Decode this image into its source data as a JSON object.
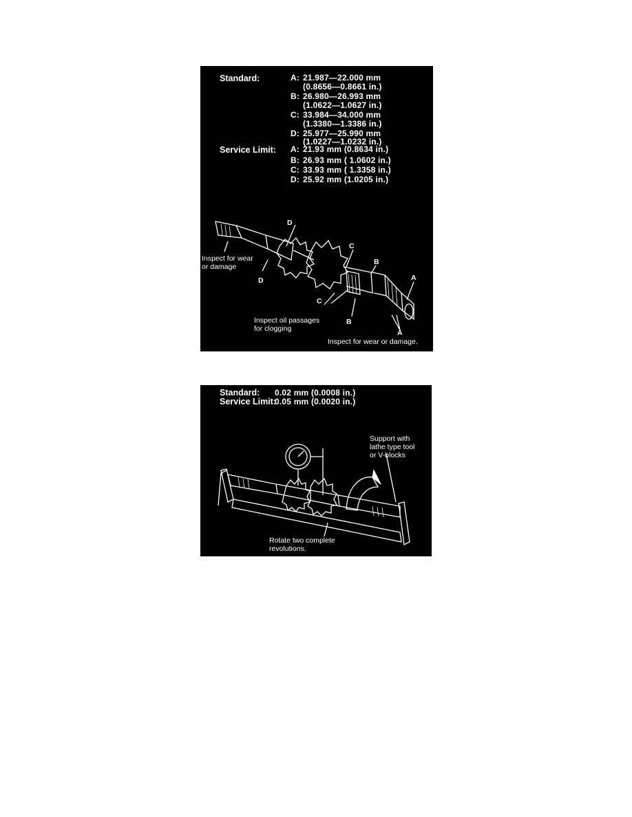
{
  "figure1": {
    "standard_label": "Standard:",
    "service_limit_label": "Service Limit:",
    "standard": [
      {
        "letter": "A:",
        "mm": "21.987—22.000 mm",
        "in": "(0.8656—0.8661 in.)"
      },
      {
        "letter": "B:",
        "mm": "26.980—26.993 mm",
        "in": "(1.0622—1.0627 in.)"
      },
      {
        "letter": "C:",
        "mm": "33.984—34.000 mm",
        "in": "(1.3380—1.3386 in.)"
      },
      {
        "letter": "D:",
        "mm": "25.977—25.990 mm",
        "in": "(1.0227—1.0232 in.)"
      }
    ],
    "service_limit": [
      {
        "letter": "A:",
        "value": "21.93 mm (0.8634 in.)"
      },
      {
        "letter": "B:",
        "value": "26.93 mm ( 1.0602 in.)"
      },
      {
        "letter": "C:",
        "value": "33.93 mm ( 1.3358 in.)"
      },
      {
        "letter": "D:",
        "value": "25.92 mm (1.0205 in.)"
      }
    ],
    "notes": {
      "wear_left_1": "Inspect for wear",
      "wear_left_2": "or damage",
      "oil_1": "Inspect oil passages",
      "oil_2": "for clogging",
      "wear_right": "Inspect for wear or damage."
    },
    "callouts": {
      "a": "A",
      "b": "B",
      "c": "C",
      "d": "D"
    }
  },
  "figure2": {
    "standard_label": "Standard:",
    "standard_value": "0.02 mm (0.0008 in.)",
    "service_limit_label": "Service Limit:",
    "service_limit_value": "0.05 mm (0.0020 in.)",
    "support_1": "Support with",
    "support_2": "lathe type tool",
    "support_3": "or V-blocks",
    "rotate_1": "Rotate two complete",
    "rotate_2": "revolutions."
  }
}
